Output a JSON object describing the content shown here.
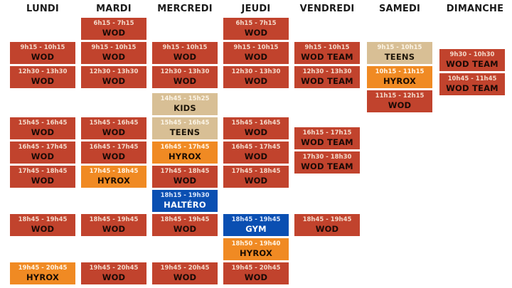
{
  "days": [
    "LUNDI",
    "MARDI",
    "MERCREDI",
    "JEUDI",
    "VENDREDI",
    "SAMEDI",
    "DIMANCHE"
  ],
  "colors": {
    "wod": "#c1432d",
    "hyrox": "#f08a23",
    "kids_teens": "#d8bf95",
    "haltero_gym": "#0a4fb2"
  },
  "schedule": [
    [
      {
        "time": "9h15 - 10h15",
        "label": "WOD",
        "color": "red"
      },
      {
        "time": "12h30 - 13h30",
        "label": "WOD",
        "color": "red"
      },
      {
        "time": "15h45 - 16h45",
        "label": "WOD",
        "color": "red"
      },
      {
        "time": "16h45 - 17h45",
        "label": "WOD",
        "color": "red"
      },
      {
        "time": "17h45 - 18h45",
        "label": "WOD",
        "color": "red"
      },
      {
        "time": "18h45 - 19h45",
        "label": "WOD",
        "color": "red"
      },
      {
        "time": "19h45 - 20h45",
        "label": "HYROX",
        "color": "orange"
      }
    ],
    [
      {
        "time": "6h15 - 7h15",
        "label": "WOD",
        "color": "red"
      },
      {
        "time": "9h15 - 10h15",
        "label": "WOD",
        "color": "red"
      },
      {
        "time": "12h30 - 13h30",
        "label": "WOD",
        "color": "red"
      },
      {
        "time": "15h45 - 16h45",
        "label": "WOD",
        "color": "red"
      },
      {
        "time": "16h45 - 17h45",
        "label": "WOD",
        "color": "red"
      },
      {
        "time": "17h45 - 18h45",
        "label": "HYROX",
        "color": "orange"
      },
      {
        "time": "18h45 - 19h45",
        "label": "WOD",
        "color": "red"
      },
      {
        "time": "19h45 - 20h45",
        "label": "WOD",
        "color": "red"
      }
    ],
    [
      {
        "time": "9h15 - 10h15",
        "label": "WOD",
        "color": "red"
      },
      {
        "time": "12h30 - 13h30",
        "label": "WOD",
        "color": "red"
      },
      {
        "time": "14h45 - 15h25",
        "label": "KIDS",
        "color": "beige"
      },
      {
        "time": "15h45 - 16h45",
        "label": "TEENS",
        "color": "beige"
      },
      {
        "time": "16h45 - 17h45",
        "label": "HYROX",
        "color": "orange"
      },
      {
        "time": "17h45 - 18h45",
        "label": "WOD",
        "color": "red"
      },
      {
        "time": "18h15 - 19h30",
        "label": "HALTÉRO",
        "color": "blue"
      },
      {
        "time": "18h45 - 19h45",
        "label": "WOD",
        "color": "red"
      },
      {
        "time": "19h45 - 20h45",
        "label": "WOD",
        "color": "red"
      }
    ],
    [
      {
        "time": "6h15 - 7h15",
        "label": "WOD",
        "color": "red"
      },
      {
        "time": "9h15 - 10h15",
        "label": "WOD",
        "color": "red"
      },
      {
        "time": "12h30 - 13h30",
        "label": "WOD",
        "color": "red"
      },
      {
        "time": "15h45 - 16h45",
        "label": "WOD",
        "color": "red"
      },
      {
        "time": "16h45 - 17h45",
        "label": "WOD",
        "color": "red"
      },
      {
        "time": "17h45 - 18h45",
        "label": "WOD",
        "color": "red"
      },
      {
        "time": "18h45 - 19h45",
        "label": "GYM",
        "color": "blue"
      },
      {
        "time": "18h50 - 19h40",
        "label": "HYROX",
        "color": "orange"
      },
      {
        "time": "19h45 - 20h45",
        "label": "WOD",
        "color": "red"
      }
    ],
    [
      {
        "time": "9h15 - 10h15",
        "label": "WOD TEAM",
        "color": "red"
      },
      {
        "time": "12h30 - 13h30",
        "label": "WOD TEAM",
        "color": "red"
      },
      {
        "time": "16h15 - 17h15",
        "label": "WOD TEAM",
        "color": "red"
      },
      {
        "time": "17h30 - 18h30",
        "label": "WOD TEAM",
        "color": "red"
      },
      {
        "time": "18h45 - 19h45",
        "label": "WOD",
        "color": "red"
      }
    ],
    [
      {
        "time": "9h15 - 10h15",
        "label": "TEENS",
        "color": "beige"
      },
      {
        "time": "10h15 - 11h15",
        "label": "HYROX",
        "color": "orange"
      },
      {
        "time": "11h15 - 12h15",
        "label": "WOD",
        "color": "red"
      }
    ],
    [
      {
        "time": "9h30 - 10h30",
        "label": "WOD TEAM",
        "color": "red"
      },
      {
        "time": "10h45 - 11h45",
        "label": "WOD TEAM",
        "color": "red"
      }
    ]
  ]
}
